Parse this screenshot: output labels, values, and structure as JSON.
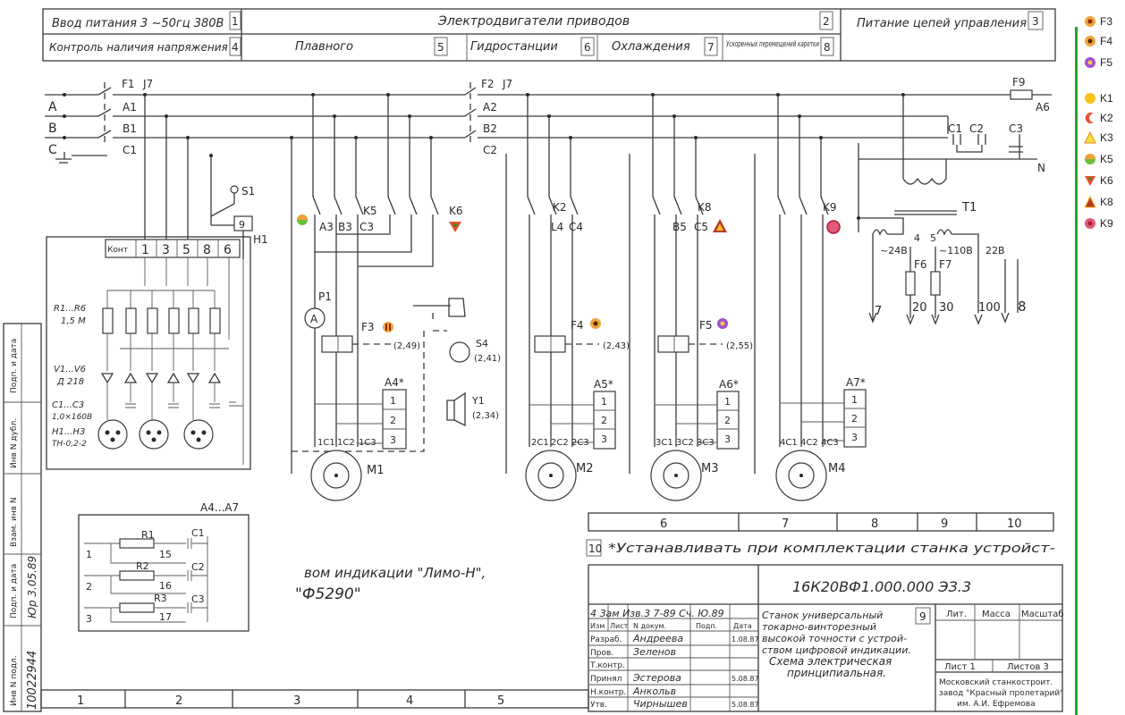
{
  "header": {
    "c1": "Ввод питания 3 ~50гц 380В",
    "n1": "1",
    "c2": "Электродвигатели приводов",
    "n2": "2",
    "c3": "Питание цепей управления",
    "n3": "3",
    "c4": "Контроль наличия напряжения",
    "n4": "4",
    "c5": "Плавного",
    "n5": "5",
    "c6": "Гидростанции",
    "n6": "6",
    "c7": "Охлаждения",
    "n7": "7",
    "c8": "Ускоренных перемещений каретки",
    "n8": "8"
  },
  "phases": [
    "A",
    "B",
    "C"
  ],
  "breakers": {
    "f1": "F1",
    "j7a": "J7",
    "f2": "F2",
    "j7b": "J7",
    "f9": "F9"
  },
  "wires": {
    "a1": "A1",
    "b1": "B1",
    "c1": "C1",
    "a2": "A2",
    "b2": "B2",
    "c2": "C2",
    "a6": "A6",
    "n": "N"
  },
  "control": {
    "s1": "S1",
    "n9": "9",
    "h1": "H1",
    "kont": "Конт",
    "pins": [
      "1",
      "3",
      "5",
      "8",
      "6"
    ]
  },
  "components": {
    "r": "R1...R6",
    "r_val": "1,5 М",
    "v": "V1...V6",
    "v_val": "Д 218",
    "c": "C1...C3",
    "c_val": "1,0×160В",
    "h": "H1...H3",
    "h_val": "ТН-0,2-2"
  },
  "contactors": {
    "k5": "K5",
    "a3": "A3",
    "b3": "B3",
    "c3": "C3",
    "k6": "K6",
    "k2": "K2",
    "l4": "L4",
    "c4": "C4",
    "k8": "K8",
    "b5": "B5",
    "c5": "C5",
    "k9": "K9"
  },
  "protection": {
    "p1": "P1",
    "ammeter": "A",
    "f3": "F3",
    "f3v": "(2,49)",
    "f4": "F4",
    "f4v": "(2,43)",
    "f5": "F5",
    "f5v": "(2,55)",
    "s4": "S4",
    "s4v": "(2,41)",
    "y1": "Y1",
    "y1v": "(2,34)"
  },
  "blocks": {
    "a4": "A4*",
    "a5": "A5*",
    "a6": "A6*",
    "a7": "A7*",
    "rows": [
      "1",
      "2",
      "3"
    ]
  },
  "motors": {
    "m1": "M1",
    "m2": "M2",
    "m3": "M3",
    "m4": "M4",
    "m1w": [
      "1C1",
      "1C2",
      "1C3"
    ],
    "m2w": [
      "2C1",
      "2C2",
      "2C3"
    ],
    "m3w": [
      "3C1",
      "3C2",
      "3C3"
    ],
    "m4w": [
      "4C1",
      "4C2",
      "4C3"
    ]
  },
  "supply": {
    "c1": "C1",
    "c2": "C2",
    "c3": "C3",
    "t1": "T1",
    "v24": "~24В",
    "v110": "~110В",
    "f6": "F6",
    "f7": "F7",
    "w4": "4",
    "w5": "5",
    "w22": "22В",
    "w7": "7",
    "w20": "20",
    "w30": "30",
    "w100": "100",
    "w8": "8"
  },
  "inset": {
    "title": "A4...A7",
    "rows": [
      "1",
      "2",
      "3"
    ],
    "r": [
      "R1",
      "R2",
      "R3"
    ],
    "w": [
      "15",
      "16",
      "17"
    ],
    "c": [
      "C1",
      "C2",
      "C3"
    ]
  },
  "notes": {
    "ref10": "10",
    "install": "*Устанавливать при комплектации станка устройст-",
    "line2": "вом индикации \"Лимо-Н\",",
    "line3": "\"Ф5290\""
  },
  "grid_top": [
    "6",
    "7",
    "8",
    "9",
    "10"
  ],
  "grid_bottom": [
    "1",
    "2",
    "3",
    "4",
    "5"
  ],
  "title_block": {
    "doc": "16К20ВФ1.000.000 ЭЗ.3",
    "desc": [
      "Станок универсальный",
      "токарно-винторезный",
      "высокой точности с устрой-",
      "ством цифровой индикации.",
      "Схема электрическая",
      "принципиальная."
    ],
    "rev_row": "4  Зам  Изв.3 7-89  Сч.  Ю.89",
    "roles": [
      "Изм",
      "Лист",
      "N докум.",
      "Подп.",
      "Дата"
    ],
    "staff": [
      {
        "role": "Разраб.",
        "name": "Андреева",
        "date": "1.08.87"
      },
      {
        "role": "Пров.",
        "name": "Зеленов",
        "date": ""
      },
      {
        "role": "Т.контр.",
        "name": "",
        "date": ""
      },
      {
        "role": "Принял",
        "name": "Эстерова",
        "date": "5.08.87"
      },
      {
        "role": "Н.контр.",
        "name": "Анкольв",
        "date": ""
      },
      {
        "role": "Утв.",
        "name": "Чирнышев",
        "date": "5.08.87"
      }
    ],
    "sheet_no": "9",
    "lit": "Лит.",
    "mass": "Масса",
    "scale": "Масштаб",
    "list": "Лист 1",
    "lists": "Листов 3",
    "org": [
      "Московский станкостроит.",
      "завод \"Красный пролетарий\"",
      "им. А.И. Ефремова"
    ]
  },
  "side_stamp": {
    "labels": [
      "Инв N подл.",
      "Подп. и дата",
      "Взам. инв N",
      "Инв N дубл.",
      "Подп. и дата"
    ],
    "inv": "10022944",
    "date": "Юр 3.05.89"
  },
  "legend": [
    {
      "label": "F3",
      "shape": "circle",
      "fill": "#f2a33a",
      "mark": "#8b2d05"
    },
    {
      "label": "F4",
      "shape": "circle",
      "fill": "#f2a33a",
      "mark": "#4d2b05"
    },
    {
      "label": "F5",
      "shape": "circle",
      "fill": "#a050d0",
      "mark": "#f2c84b"
    },
    {
      "label": "K1",
      "shape": "circle",
      "fill": "#f7c21a",
      "mark": ""
    },
    {
      "label": "K2",
      "shape": "crescent",
      "fill": "#e8502a",
      "mark": ""
    },
    {
      "label": "K3",
      "shape": "triangle-up",
      "fill": "#f7e03a",
      "mark": "#e08a10"
    },
    {
      "label": "K5",
      "shape": "split",
      "fill": "#6cbf3a",
      "mark": "#f2a33a"
    },
    {
      "label": "K6",
      "shape": "triangle-down",
      "fill": "#e8502a",
      "mark": "#3a8a2a"
    },
    {
      "label": "K8",
      "shape": "triangle-up",
      "fill": "#b83a2a",
      "mark": "#f2c020"
    },
    {
      "label": "K9",
      "shape": "circle",
      "fill": "#e05a7a",
      "mark": "#b01a3a"
    }
  ]
}
